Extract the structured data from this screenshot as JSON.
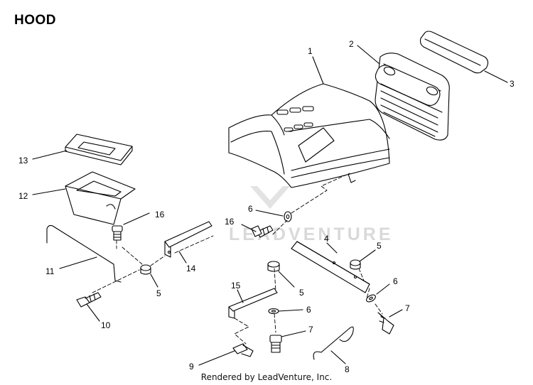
{
  "diagram": {
    "title": "HOOD",
    "footer": "Rendered by LeadVenture, Inc.",
    "watermark": "LEADVENTURE",
    "callouts": [
      {
        "label": "1"
      },
      {
        "label": "2"
      },
      {
        "label": "3"
      },
      {
        "label": "4"
      },
      {
        "label": "5"
      },
      {
        "label": "5"
      },
      {
        "label": "5"
      },
      {
        "label": "6"
      },
      {
        "label": "6"
      },
      {
        "label": "6"
      },
      {
        "label": "7"
      },
      {
        "label": "7"
      },
      {
        "label": "8"
      },
      {
        "label": "9"
      },
      {
        "label": "10"
      },
      {
        "label": "11"
      },
      {
        "label": "12"
      },
      {
        "label": "13"
      },
      {
        "label": "14"
      },
      {
        "label": "15"
      },
      {
        "label": "16"
      },
      {
        "label": "16"
      }
    ]
  }
}
